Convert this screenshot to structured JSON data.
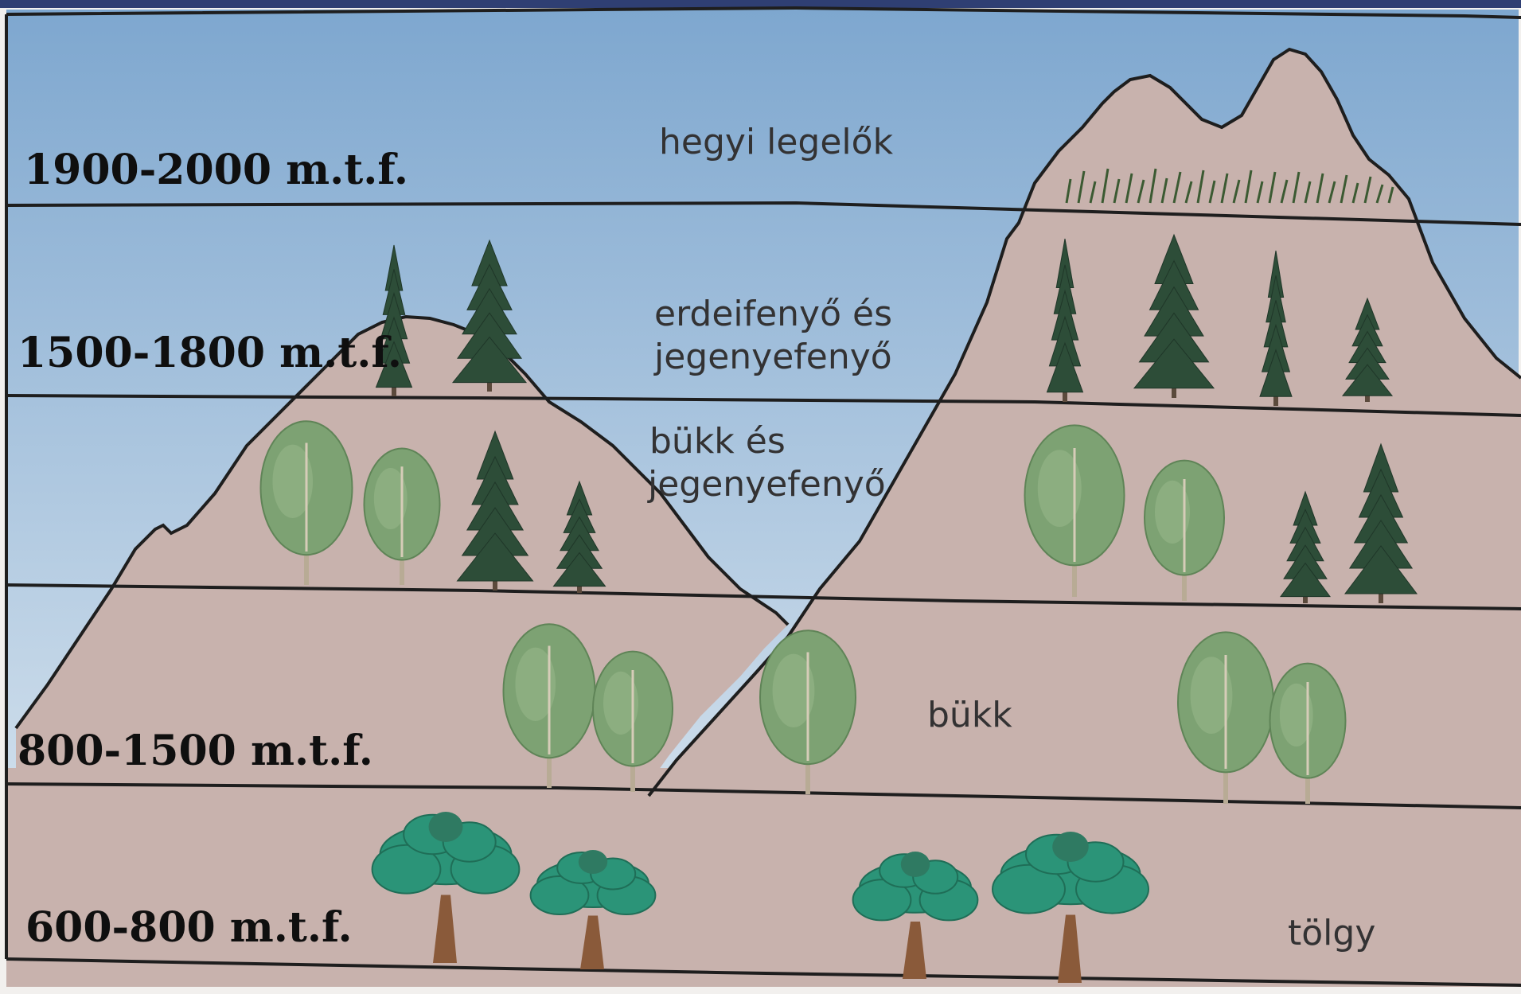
{
  "altitude_labels": [
    "1900-2000 m.t.f.",
    "1500-1800 m.t.f.",
    "800-1500 m.t.f.",
    "600-800 m.t.f."
  ],
  "zone_labels": {
    "meadow": "hegyi legelők",
    "pine_fir_line1": "erdeifenyő és",
    "pine_fir_line2": "jegenyefenyő",
    "beech_fir_line1": "bükk és",
    "beech_fir_line2": "jegenyefenyő",
    "beech": "bükk",
    "oak": "tölgy"
  },
  "colors": {
    "sky_top": "#7ea7cf",
    "sky_bottom": "#e2ebf2",
    "mountain": "#c8b2ad",
    "band_line": "#1e1e1e",
    "conifer": "#2d4d38",
    "beech_leaf": "#7da273",
    "oak_leaf": "#2b9478"
  }
}
